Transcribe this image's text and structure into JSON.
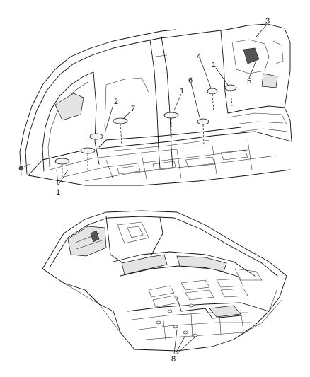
{
  "callouts": {
    "c1a": "1",
    "c1b": "1",
    "c1c": "1",
    "c2": "2",
    "c3": "3",
    "c4": "4",
    "c5": "5",
    "c6": "6",
    "c7": "7",
    "c8": "8"
  },
  "colors": {
    "ink": "#111111",
    "paper": "#ffffff",
    "shade": "#e4e4e4"
  }
}
